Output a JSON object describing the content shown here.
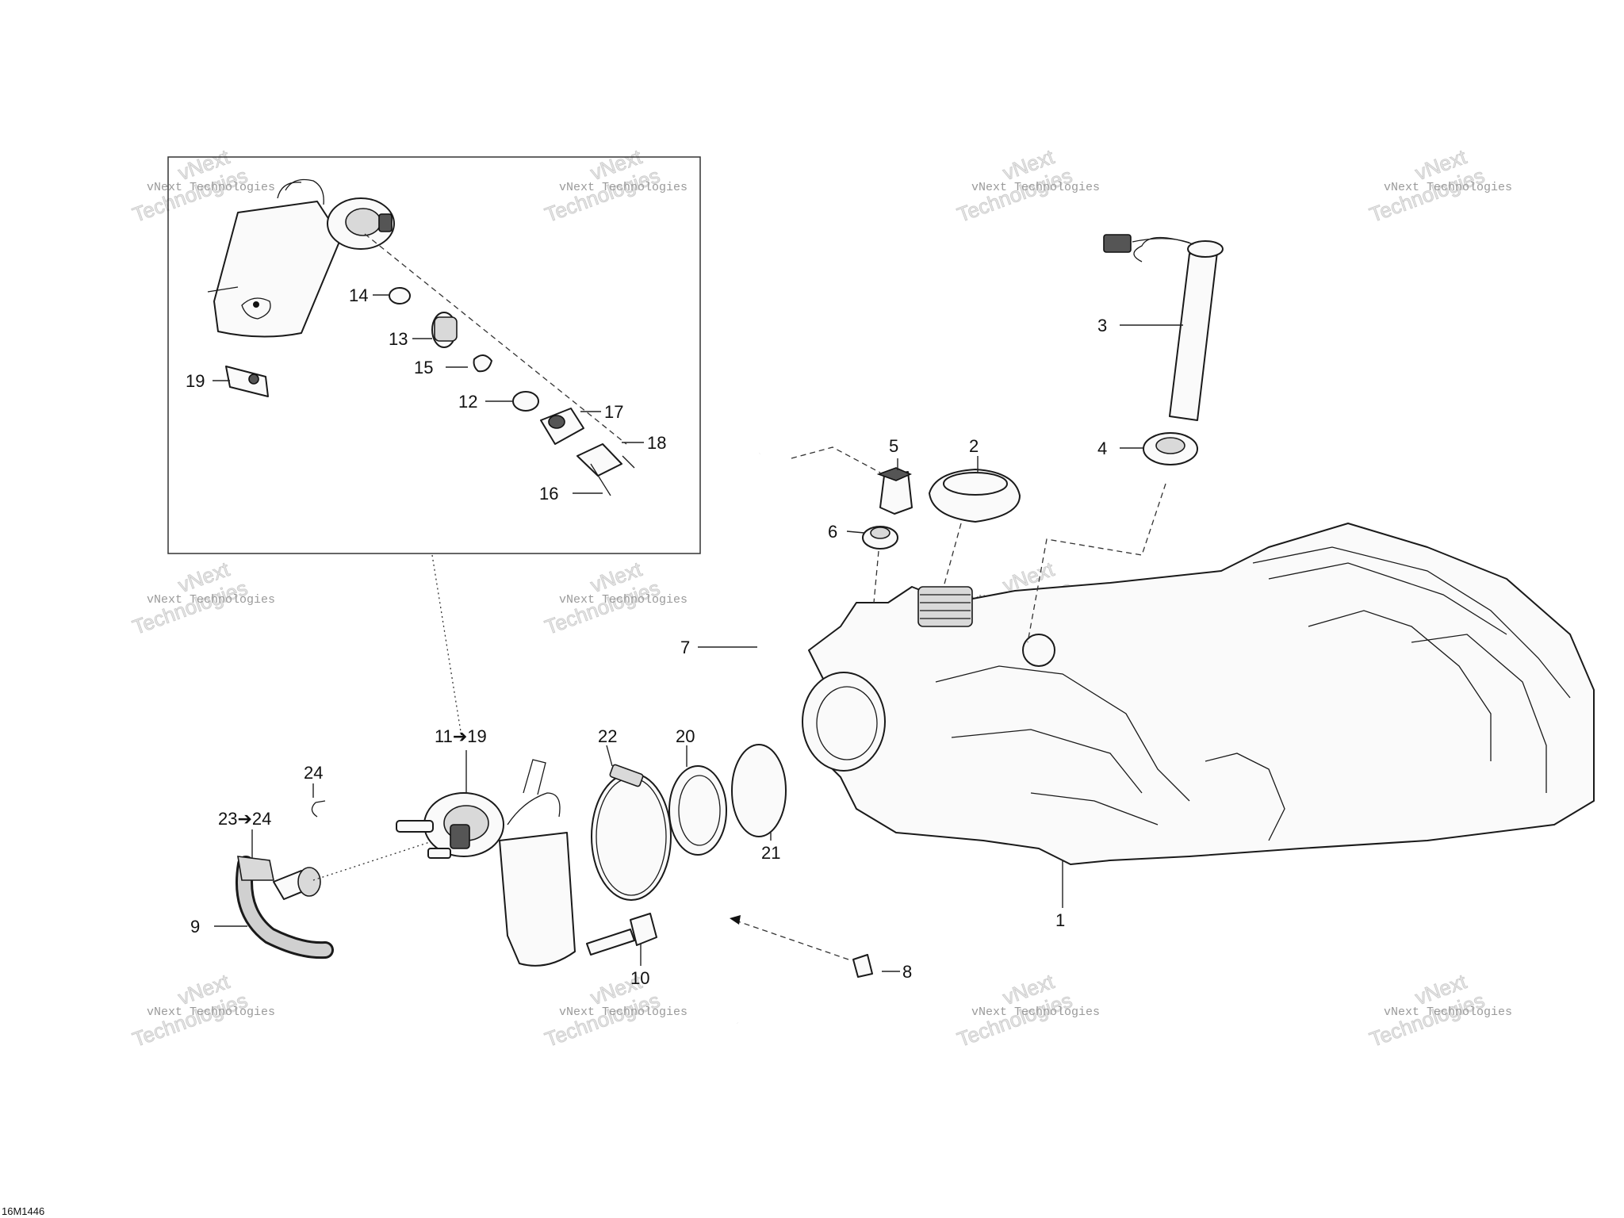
{
  "diagram": {
    "drawing_code": "16M1446",
    "watermark_line1": "vNext Technologies",
    "watermark_line2": "vNext",
    "watermark_line3": "Technologies",
    "callouts": {
      "c1": "1",
      "c2": "2",
      "c3": "3",
      "c4": "4",
      "c5": "5",
      "c6": "6",
      "c7": "7",
      "c8": "8",
      "c9": "9",
      "c10": "10",
      "c11_19": "11➔19",
      "c12": "12",
      "c13": "13",
      "c14": "14",
      "c15": "15",
      "c16": "16",
      "c17": "17",
      "c18": "18",
      "c19": "19",
      "c20": "20",
      "c21": "21",
      "c22": "22",
      "c23_24": "23➔24",
      "c24": "24"
    }
  }
}
